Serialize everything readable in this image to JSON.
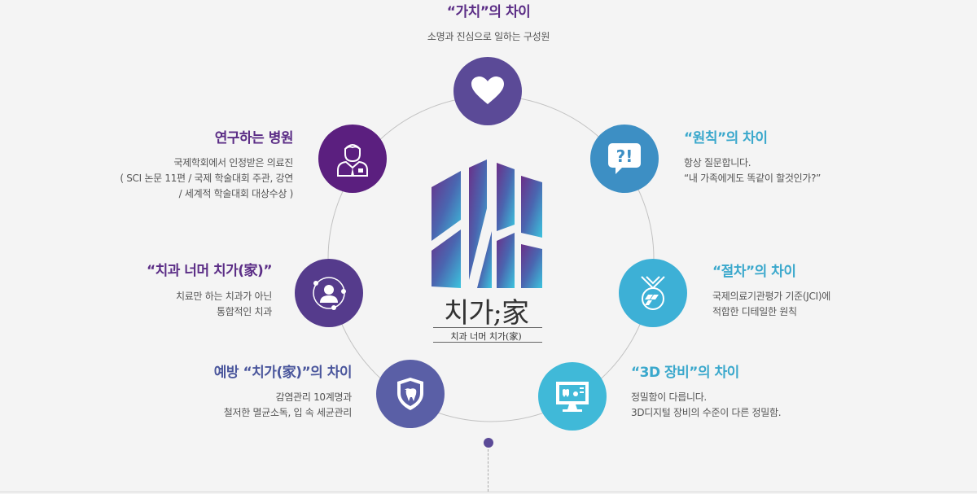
{
  "colors": {
    "purple": "#5b2d86",
    "violet": "#4e2f80",
    "indigo": "#5a569c",
    "blue": "#3aa8cc",
    "teal": "#40b9d8",
    "ring": "#bdbdbd"
  },
  "logo": {
    "main_text": "치가;家",
    "sub_text": "치과 너머 치가(家)"
  },
  "items": [
    {
      "id": "value",
      "icon": "heart-icon",
      "title": "“가치”의 차이",
      "desc": "소명과 진심으로 일하는 구성원"
    },
    {
      "id": "principle",
      "icon": "question-exclamation-icon",
      "title": "“원칙”의 차이",
      "desc": "항상 질문합니다.\n“내 가족에게도 똑같이 할것인가?”"
    },
    {
      "id": "procedure",
      "icon": "medal-icon",
      "title": "“절차”의 차이",
      "desc": "국제의료기관평가 기준(JCI)에\n적합한 디테일한 원칙"
    },
    {
      "id": "equipment",
      "icon": "monitor-icon",
      "title": "“3D 장비”의 차이",
      "desc": "정밀함이 다릅니다.\n3D디지털 장비의 수준이 다른 정밀함."
    },
    {
      "id": "prevention",
      "icon": "tooth-shield-icon",
      "title": "예방 “치가(家)”의 차이",
      "desc": "감염관리 10계명과\n철저한 멸균소독, 입 속 세균관리"
    },
    {
      "id": "beyond",
      "icon": "orbit-person-icon",
      "title": "“치과 너머 치가(家)”",
      "desc": "치료만 하는 치과가 아닌\n통합적인 치과"
    },
    {
      "id": "research",
      "icon": "doctor-icon",
      "title": "연구하는 병원",
      "desc": "국제학회에서 인정받은 의료진\n( SCI 논문 11편 / 국제 학술대회 주관, 강연\n/ 세계적 학술대회 대상수상 )"
    }
  ]
}
